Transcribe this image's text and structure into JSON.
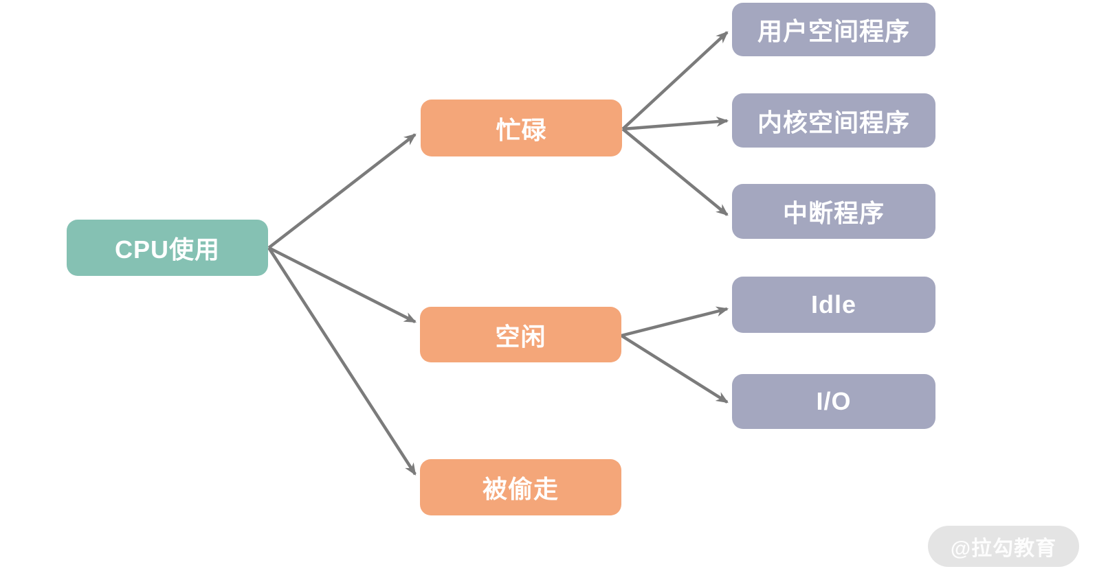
{
  "diagram": {
    "type": "tree",
    "background_color": "#ffffff",
    "colors": {
      "root_node": "#85C1B3",
      "level2_node": "#F4A679",
      "level3_node": "#A4A7BF",
      "arrow": "#7B7B7B",
      "node_text": "#FFFFFF",
      "watermark_bg": "#E4E4E4",
      "watermark_text": "#F5F5F5"
    },
    "nodes": {
      "root": {
        "label": "CPU使用"
      },
      "busy": {
        "label": "忙碌"
      },
      "idle_cn": {
        "label": "空闲"
      },
      "stolen": {
        "label": "被偷走"
      },
      "user_space": {
        "label": "用户空间程序"
      },
      "kernel_space": {
        "label": "内核空间程序"
      },
      "interrupt": {
        "label": "中断程序"
      },
      "idle_en": {
        "label": "Idle"
      },
      "io": {
        "label": "I/O"
      }
    },
    "edges": [
      {
        "from": "CPU使用",
        "to": "忙碌"
      },
      {
        "from": "CPU使用",
        "to": "空闲"
      },
      {
        "from": "CPU使用",
        "to": "被偷走"
      },
      {
        "from": "忙碌",
        "to": "用户空间程序"
      },
      {
        "from": "忙碌",
        "to": "内核空间程序"
      },
      {
        "from": "忙碌",
        "to": "中断程序"
      },
      {
        "from": "空闲",
        "to": "Idle"
      },
      {
        "from": "空闲",
        "to": "I/O"
      }
    ],
    "watermark": {
      "label": "@拉勾教育"
    }
  }
}
